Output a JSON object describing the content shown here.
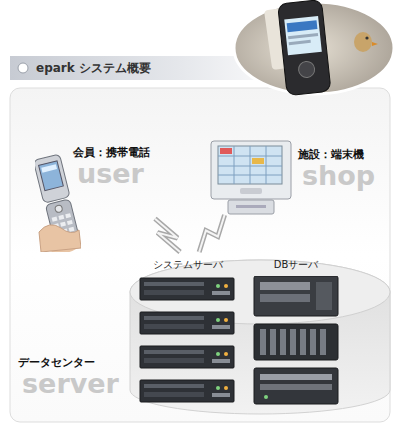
{
  "diagram": {
    "title": "epark システム概要",
    "nodes": [
      {
        "text": [
          "会員：携帯電話",
          "user"
        ]
      },
      {
        "text": [
          "施設：端末機",
          "shop"
        ]
      },
      {
        "text": [
          "データセンター",
          "server"
        ]
      },
      {
        "text": [
          "システムサーバ"
        ],
        "in": 2
      },
      {
        "text": [
          "DBサーバ"
        ],
        "in": 2
      }
    ],
    "edges": [
      {
        "from": 0,
        "to": 2,
        "arrow": "none"
      },
      {
        "from": 1,
        "to": 2,
        "arrow": "none"
      }
    ]
  }
}
